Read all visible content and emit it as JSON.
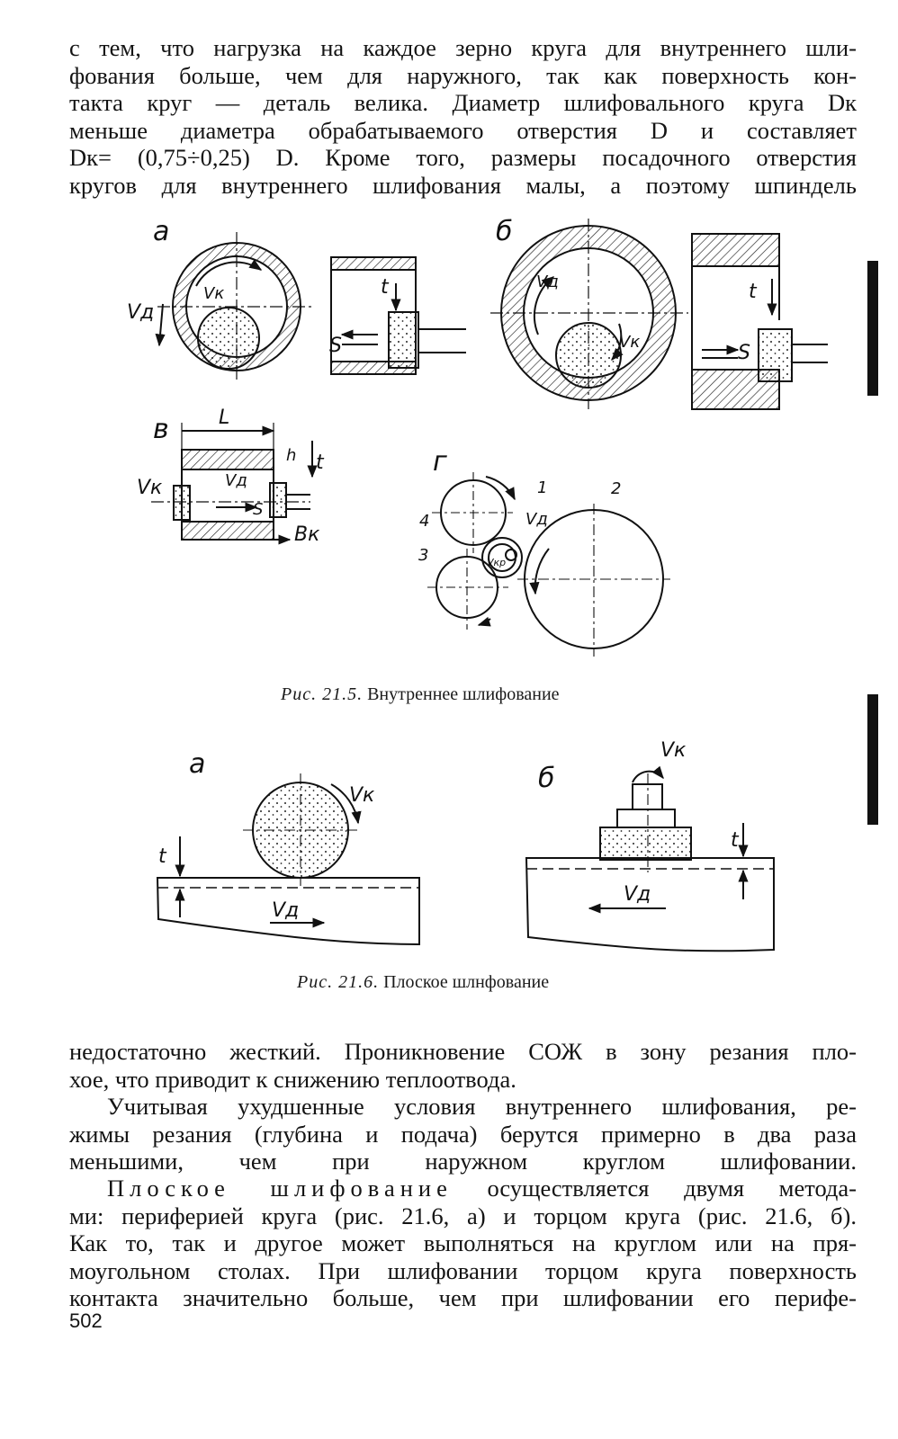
{
  "page": {
    "top_text": {
      "lines": [
        "с тем, что нагрузка на каждое зерно круга для внутреннего шли-",
        "фования больше, чем для наружного, так как поверхность кон-",
        "такта круг — деталь велика. Диаметр шлифовального круга Dк",
        "меньше диаметра обрабатываемого отверстия D и составляет",
        "Dк= (0,75÷0,25) D. Кроме того, размеры посадочного отверстия",
        "кругов для внутреннего шлифования малы, а поэтому шпиндель"
      ]
    },
    "figure_21_5": {
      "caption_prefix": "Рис. 21.5.",
      "caption_text": "Внутреннее шлифование",
      "labels": {
        "a": "a",
        "b": "б",
        "v": "в",
        "g": "г",
        "vd": "Vд",
        "vk": "Vк",
        "t": "t",
        "s": "S",
        "L": "L",
        "h": "h",
        "bk": "Bк",
        "vkr": "Vкр",
        "n1": "1",
        "n2": "2",
        "n3": "3",
        "n4": "4"
      }
    },
    "figure_21_6": {
      "caption_prefix": "Рис. 21.6.",
      "caption_text": "Плоское шлнфование",
      "labels": {
        "a": "a",
        "b": "б",
        "vk": "Vк",
        "vd": "Vд",
        "t": "t"
      }
    },
    "bottom_text": {
      "p1": [
        "недостаточно жесткий. Проникновение СОЖ в зону резания пло-",
        "хое, что приводит к снижению теплоотвода."
      ],
      "p2": [
        "Учитывая ухудшенные условия внутреннего шлифования, ре-",
        "жимы резания (глубина и подача) берутся примерно в два раза",
        "меньшими, чем при наружном круглом шлифовании."
      ],
      "p3_spaced": "Плоское шлифование",
      "p3": [
        "осуществляется двумя метода-",
        "ми: периферией круга (рис. 21.6, а) и торцом круга (рис. 21.6, б).",
        "Как то, так и другое может выполняться на круглом или на пря-",
        "моугольном столах. При шлифовании торцом круга поверхность",
        "контакта значительно больше, чем при шлифовании его перифе-"
      ]
    },
    "page_number": "502"
  }
}
